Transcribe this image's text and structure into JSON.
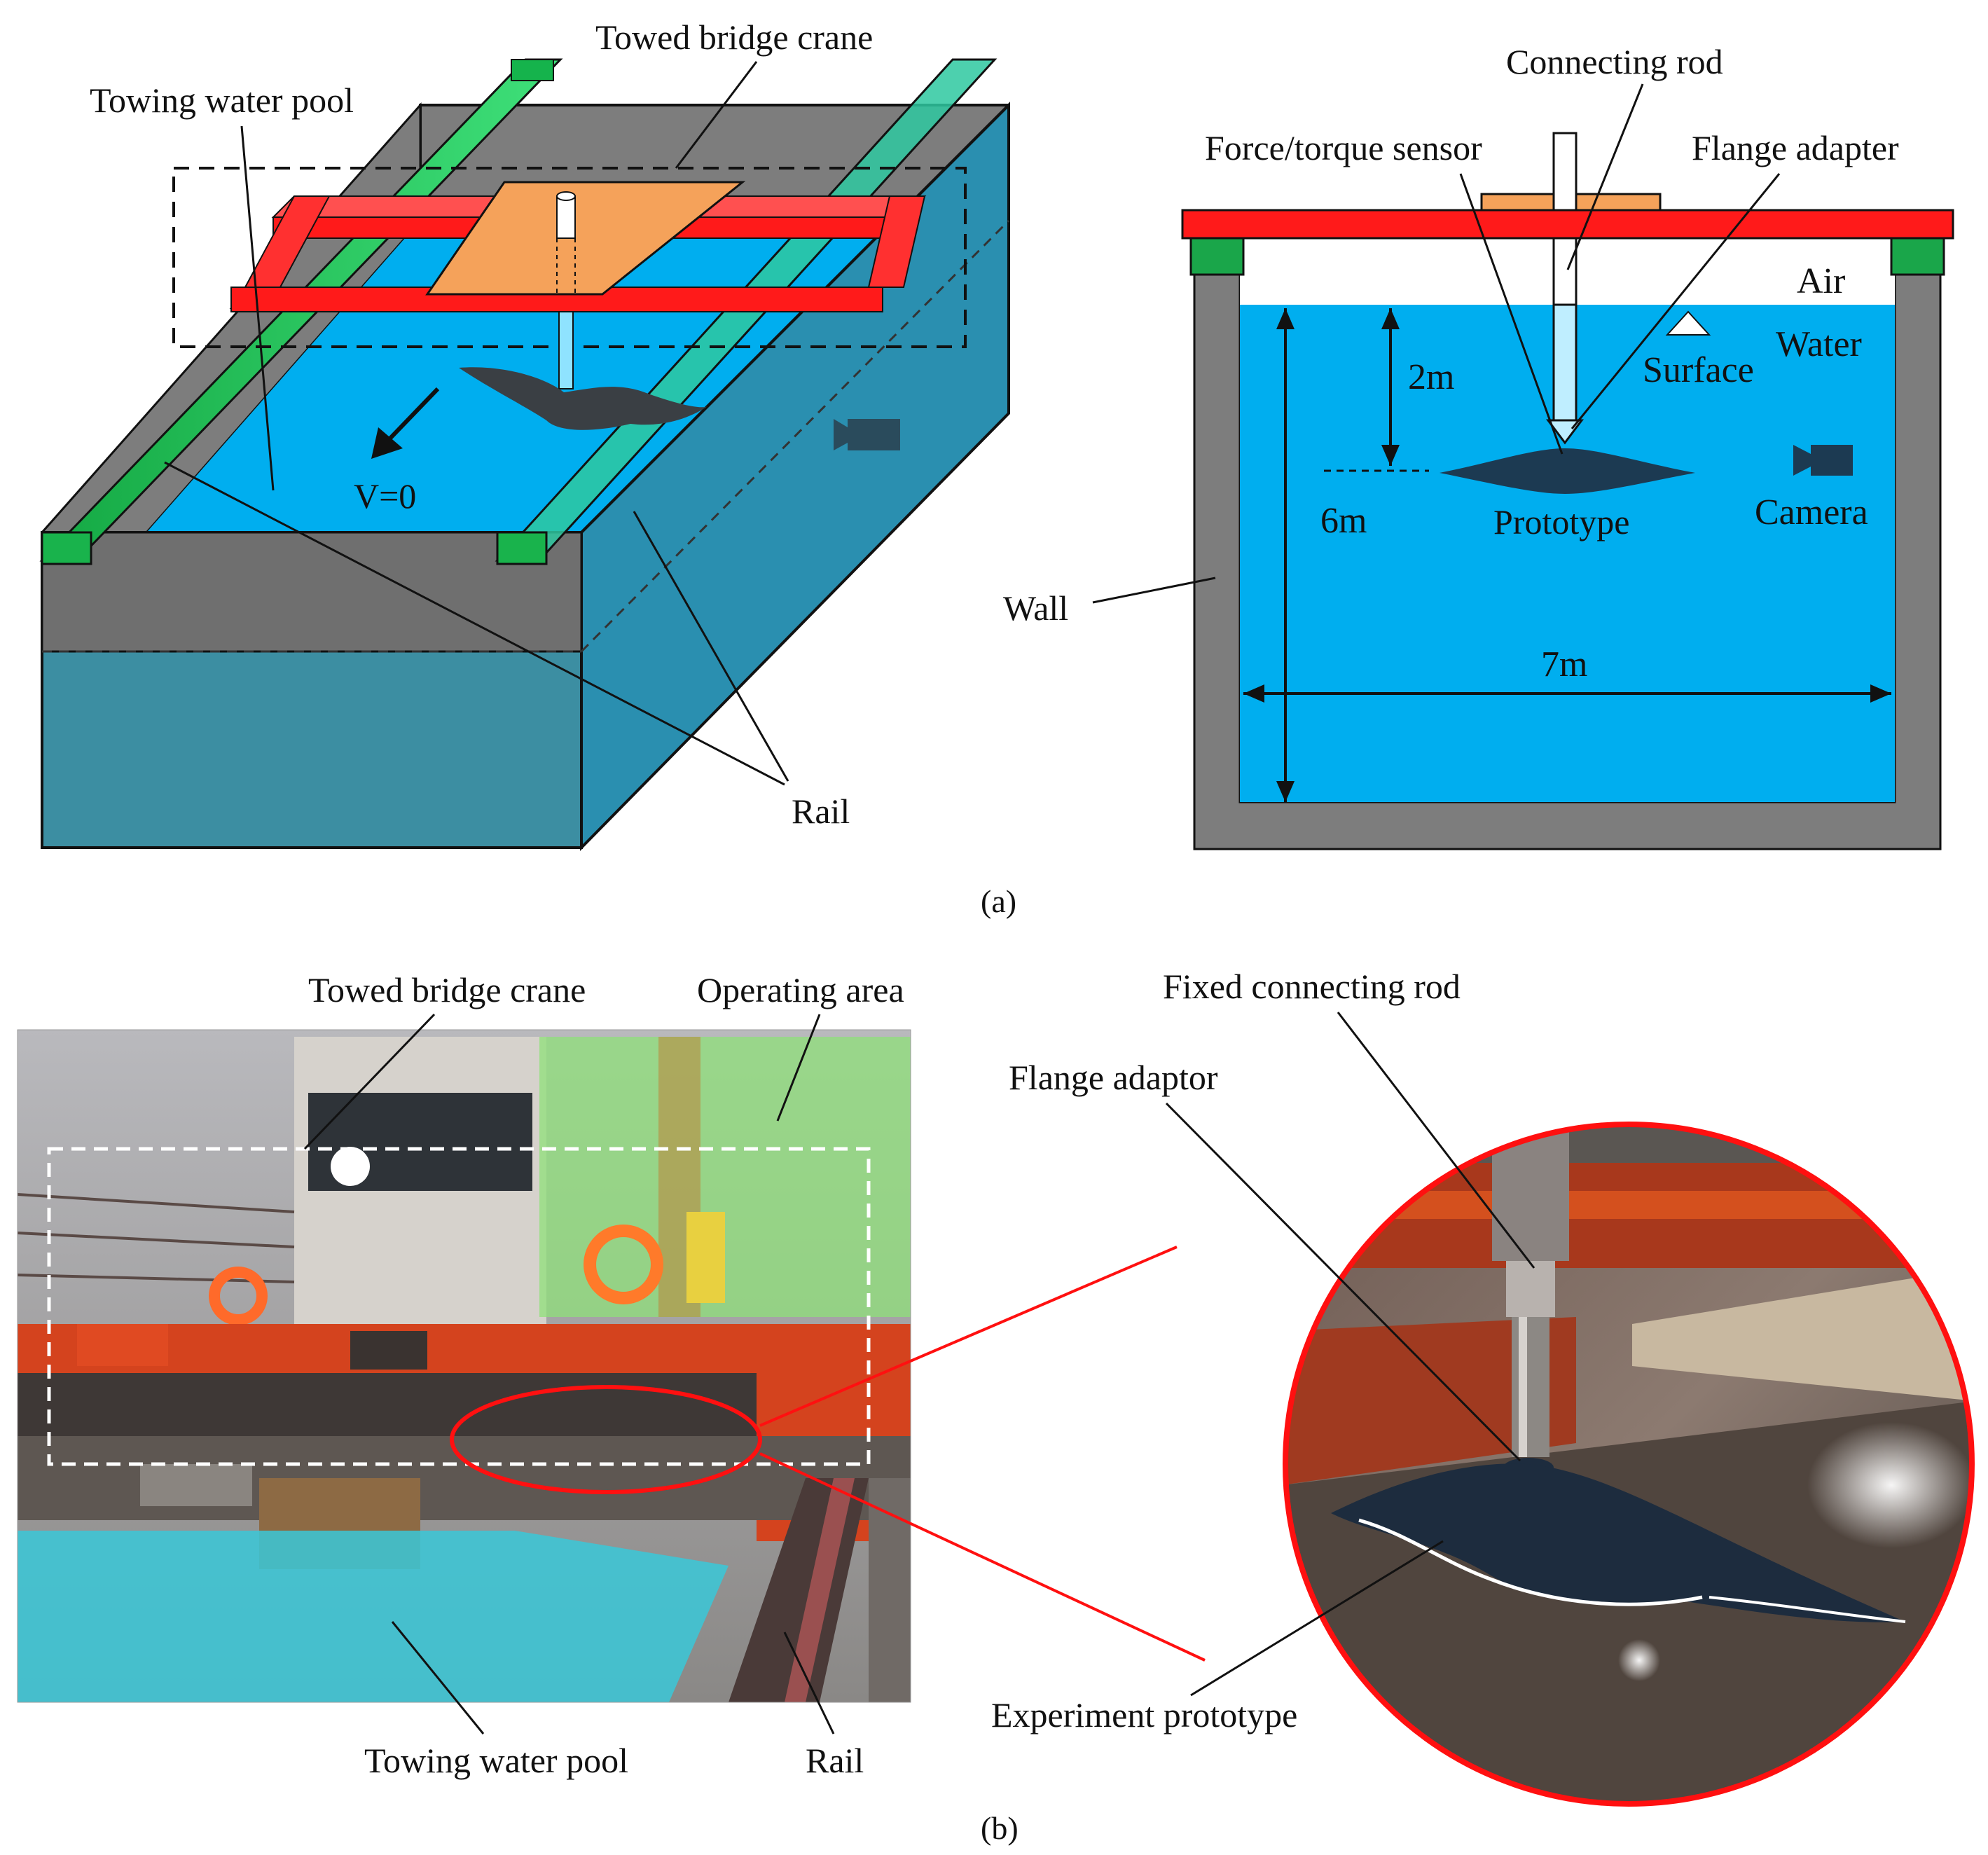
{
  "panel_a": {
    "left": {
      "towed_bridge_crane": "Towed bridge crane",
      "towing_water_pool": "Towing water pool",
      "velocity": "V=0",
      "rail": "Rail"
    },
    "right": {
      "connecting_rod": "Connecting rod",
      "force_torque_sensor": "Force/torque sensor",
      "flange_adapter": "Flange adapter",
      "air": "Air",
      "water": "Water",
      "surface": "Surface",
      "depth_2m": "2m",
      "depth_6m": "6m",
      "prototype": "Prototype",
      "camera": "Camera",
      "wall": "Wall",
      "width_7m": "7m"
    },
    "caption": "(a)"
  },
  "panel_b": {
    "photo": {
      "towed_bridge_crane": "Towed bridge crane",
      "operating_area": "Operating area",
      "towing_water_pool": "Towing water pool",
      "rail": "Rail"
    },
    "zoom": {
      "fixed_connecting_rod": "Fixed connecting rod",
      "flange_adaptor": "Flange adaptor",
      "experiment_prototype": "Experiment prototype"
    },
    "caption": "(b)"
  },
  "colors": {
    "water": "#00aeef",
    "water_dark": "#1f8aa8",
    "crane_red": "#ff1a1a",
    "rail_green": "#22cc55",
    "plate_orange": "#f5a25a",
    "wall_gray": "#808080",
    "operating_area_green": "#8fe07a",
    "pool_cyan": "#3ac8d8",
    "zoom_border": "#ff1010"
  }
}
